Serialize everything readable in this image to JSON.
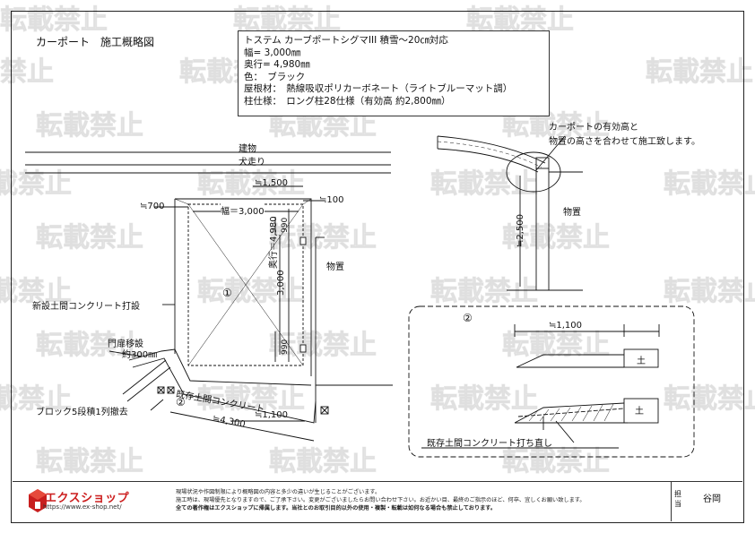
{
  "heading": "カーポート　施工概略図",
  "spec": {
    "line1": "トステム カーブポートシグマIII 積雪～20㎝対応",
    "line2": "幅= 3,000㎜",
    "line3": "奥行= 4,980㎜",
    "line4": "色：　ブラック",
    "line5": "屋根材：　熱線吸収ポリカーボネート（ライトブルーマット調）",
    "line6": "柱仕様：　ロング柱28仕様（有効高 約2,800㎜）"
  },
  "plan": {
    "building": "建物",
    "porch": "犬走り",
    "dim_1500": "≒1,500",
    "dim_700": "≒700",
    "dim_100": "≒100",
    "width_label": "幅＝3,000",
    "depth_4980": "奥行＝4,980",
    "depth_3000": "3,000",
    "dim_990a": "990",
    "dim_990b": "990",
    "area_1": "①",
    "storage": "物置",
    "new_concrete": "新設土間コンクリート打設",
    "gate_move": "門扉移設",
    "gate_dist": "約300㎜",
    "existing_concrete": "既存土間コンクリート",
    "area_2": "②",
    "block_remove": "ブロック5段積1列撤去",
    "dim_1100": "≒1,100",
    "dim_4300": "≒4,300"
  },
  "side": {
    "note_line1": "カーポートの有効高と",
    "note_line2": "物置の高さを合わせて施工致します。",
    "storage": "物置",
    "height": "≒2,500"
  },
  "detail": {
    "num": "②",
    "dim_1100": "≒1,100",
    "soil1": "土",
    "soil2": "土",
    "redo": "既存土間コンクリート打ち直し"
  },
  "footer": {
    "logo_name": "エクスショップ",
    "logo_url": "https://www.ex-shop.net/",
    "note1": "現場状況や作図制限により概略図の内容と多少の違いが生じることがございます。",
    "note2": "施工時は、現場優先となりますので、ご了承下さい。変更がございましたらお問い合わせ下さい。お近かい目、最終のご指示のほど、何卒、宜しくお願い致します。",
    "note3": "全ての著作権はエクスショップに帰属します。当社とのお取引目的以外の使用・複製・転載は如何なる場合も禁止しております。",
    "tanto": "担当",
    "staff": "谷岡"
  },
  "watermark": "転載禁止"
}
